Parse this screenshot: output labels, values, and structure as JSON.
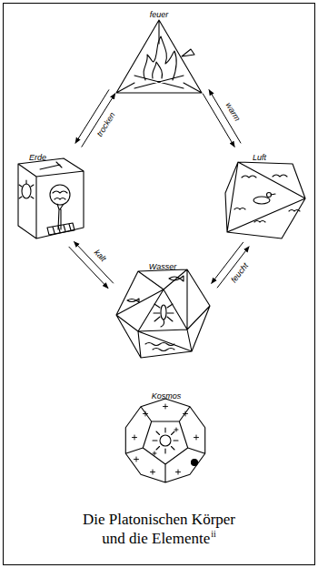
{
  "diagram": {
    "caption": "Die Platonischen Körper und die Elemente",
    "nodes": [
      {
        "text": [
          "feuer"
        ]
      },
      {
        "text": [
          "Erde"
        ]
      },
      {
        "text": [
          "Luft"
        ]
      },
      {
        "text": [
          "Wasser"
        ]
      },
      {
        "text": [
          "Kosmos"
        ]
      }
    ],
    "edges": [
      {
        "from": 1,
        "to": 0,
        "arrow": "to",
        "label": "trocken"
      },
      {
        "from": 0,
        "to": 1,
        "arrow": "to"
      },
      {
        "from": 0,
        "to": 2,
        "arrow": "to",
        "label": "warm"
      },
      {
        "from": 2,
        "to": 0,
        "arrow": "to"
      },
      {
        "from": 1,
        "to": 3,
        "arrow": "to",
        "label": "kalt"
      },
      {
        "from": 3,
        "to": 1,
        "arrow": "to"
      },
      {
        "from": 3,
        "to": 2,
        "arrow": "to",
        "label": "feucht"
      },
      {
        "from": 2,
        "to": 3,
        "arrow": "to"
      }
    ],
    "labels": [
      "ii"
    ]
  }
}
